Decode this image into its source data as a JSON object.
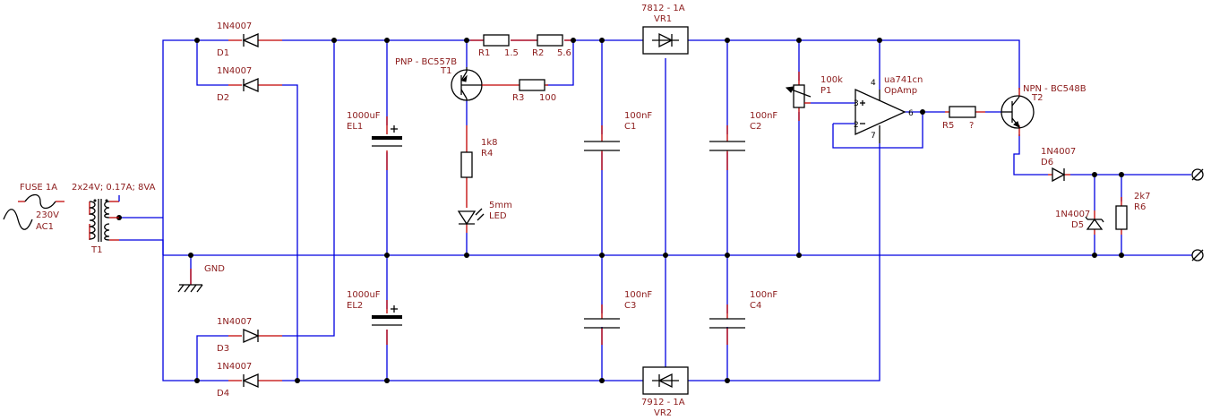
{
  "labels": {
    "fuse": "FUSE 1A",
    "transformer_rating": "2x24V; 0.17A; 8VA",
    "ac_voltage": "230V",
    "ac_ref": "AC1",
    "transformer_ref": "T1",
    "gnd": "GND",
    "d1_type": "1N4007",
    "d1_ref": "D1",
    "d2_type": "1N4007",
    "d2_ref": "D2",
    "d3_type": "1N4007",
    "d3_ref": "D3",
    "d4_type": "1N4007",
    "d4_ref": "D4",
    "el1_value": "1000uF",
    "el1_ref": "EL1",
    "el2_value": "1000uF",
    "el2_ref": "EL2",
    "t1_type": "PNP - BC557B",
    "t1_ref": "T1",
    "r1_ref": "R1",
    "r1_value": "1.5",
    "r2_ref": "R2",
    "r2_value": "5.6",
    "r3_ref": "R3",
    "r3_value": "100",
    "r4_value": "1k8",
    "r4_ref": "R4",
    "led_value": "5mm",
    "led_ref": "LED",
    "c1_value": "100nF",
    "c1_ref": "C1",
    "c2_value": "100nF",
    "c2_ref": "C2",
    "c3_value": "100nF",
    "c3_ref": "C3",
    "c4_value": "100nF",
    "c4_ref": "C4",
    "vr1_type": "7812 - 1A",
    "vr1_ref": "VR1",
    "vr2_type": "7912 - 1A",
    "vr2_ref": "VR2",
    "p1_value": "100k",
    "p1_ref": "P1",
    "opamp_type": "ua741cn",
    "opamp_ref": "OpAmp",
    "pin3": "3",
    "pin2": "2",
    "pin4": "4",
    "pin6": "6",
    "pin7": "7",
    "r5_ref": "R5",
    "r5_value": "?",
    "t2_type": "NPN - BC548B",
    "t2_ref": "T2",
    "d6_type": "1N4007",
    "d6_ref": "D6",
    "d5_type": "1N4007",
    "d5_ref": "D5",
    "r6_value": "2k7",
    "r6_ref": "R6"
  },
  "colors": {
    "wire": "#0000e0",
    "lead": "#c00000",
    "label": "#8b1a1a"
  }
}
